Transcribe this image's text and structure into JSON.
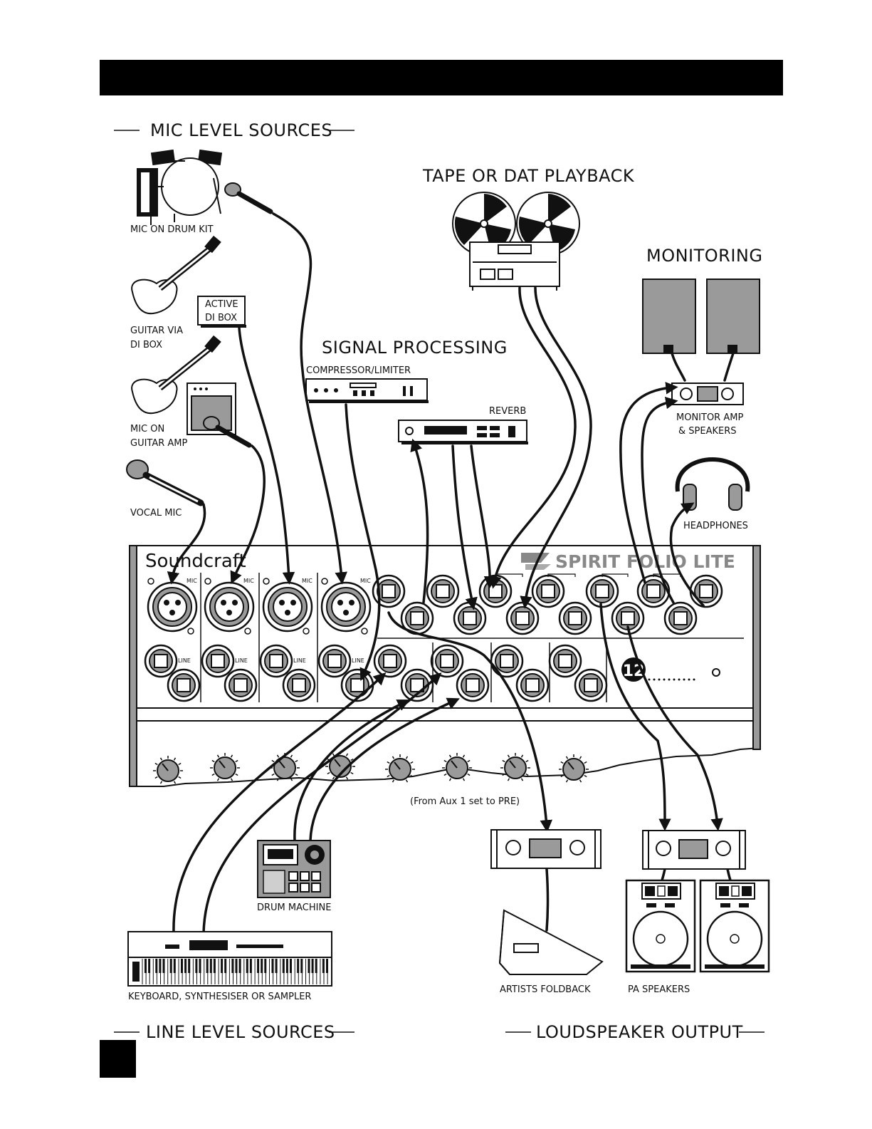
{
  "sections": {
    "mic_level_sources": "MIC LEVEL SOURCES",
    "tape_playback": "TAPE OR DAT PLAYBACK",
    "monitoring": "MONITORING",
    "signal_processing": "SIGNAL PROCESSING",
    "line_level_sources": "LINE LEVEL SOURCES",
    "loudspeaker_output": "LOUDSPEAKER OUTPUT"
  },
  "labels": {
    "mic_on_drum_kit": "MIC ON DRUM KIT",
    "active_di_box_1": "ACTIVE",
    "active_di_box_2": "DI BOX",
    "guitar_via_di_box_1": "GUITAR VIA",
    "guitar_via_di_box_2": "DI BOX",
    "mic_on_guitar_amp_1": "MIC ON",
    "mic_on_guitar_amp_2": "GUITAR AMP",
    "vocal_mic": "VOCAL MIC",
    "compressor_limiter": "COMPRESSOR/LIMITER",
    "reverb": "REVERB",
    "monitor_amp_1": "MONITOR AMP",
    "monitor_amp_2": "& SPEAKERS",
    "headphones": "HEADPHONES",
    "aux_note": "(From Aux 1 set to PRE)",
    "drum_machine": "DRUM MACHINE",
    "keyboard": "KEYBOARD, SYNTHESISER OR SAMPLER",
    "artists_foldback": "ARTISTS FOLDBACK",
    "pa_speakers": "PA SPEAKERS"
  },
  "mixer": {
    "brand": "Soundcraft",
    "model": "SPIRIT FOLIO LITE",
    "badge": "12",
    "mic_label": "MIC",
    "line_label": "LINE"
  },
  "colors": {
    "ink": "#111111",
    "panel_grey": "#9a9a9a",
    "light_grey": "#cfcfcf"
  }
}
